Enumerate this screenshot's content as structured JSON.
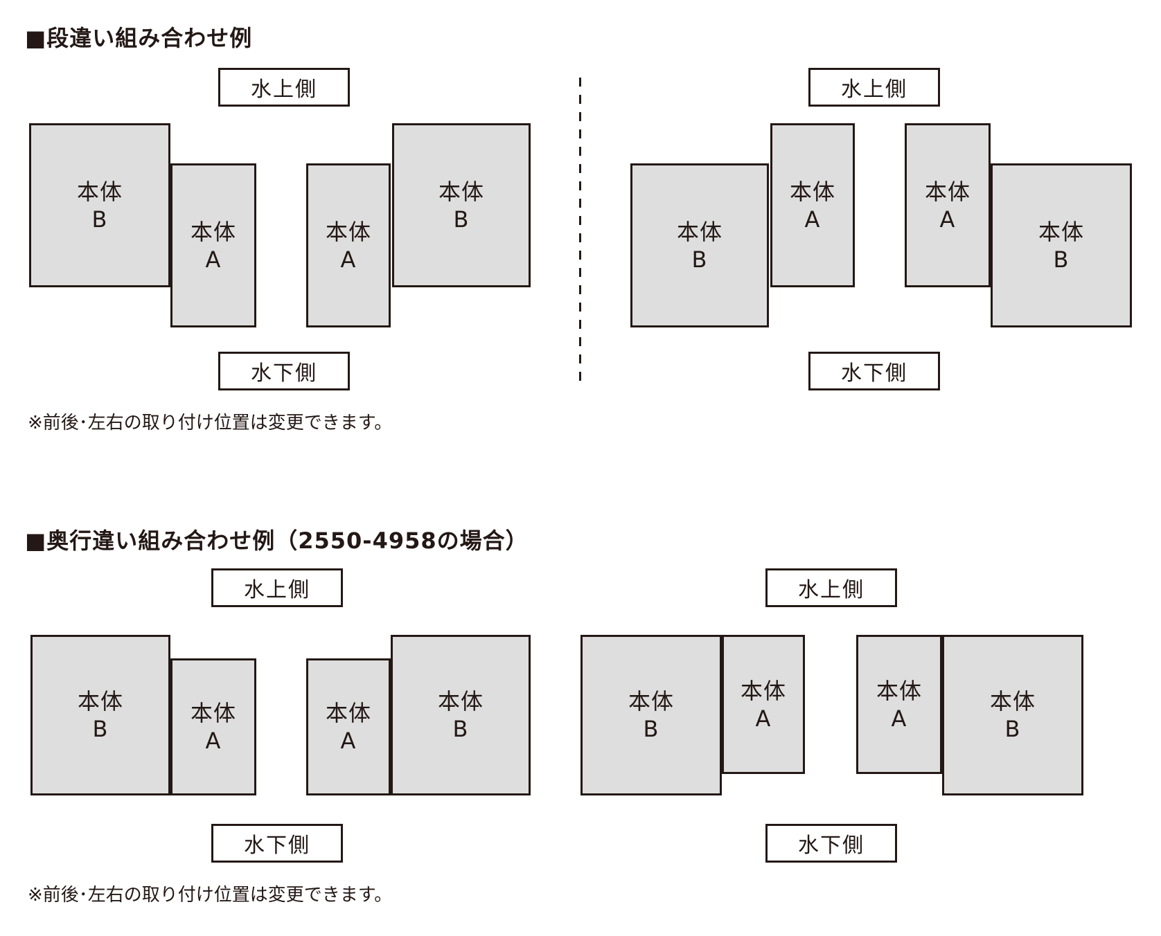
{
  "colors": {
    "fill": "#dedede",
    "line": "#231815",
    "text": "#231815",
    "background": "#ffffff"
  },
  "sections": [
    {
      "title": "■段違い組み合わせ例",
      "note": "※前後･左右の取り付け位置は変更できます。",
      "groups": [
        {
          "upstream_label": "水上側",
          "downstream_label": "水下側",
          "units": [
            {
              "name": "本体",
              "variant": "B"
            },
            {
              "name": "本体",
              "variant": "A"
            },
            {
              "name": "本体",
              "variant": "A"
            },
            {
              "name": "本体",
              "variant": "B"
            }
          ]
        },
        {
          "upstream_label": "水上側",
          "downstream_label": "水下側",
          "units": [
            {
              "name": "本体",
              "variant": "B"
            },
            {
              "name": "本体",
              "variant": "A"
            },
            {
              "name": "本体",
              "variant": "A"
            },
            {
              "name": "本体",
              "variant": "B"
            }
          ]
        }
      ]
    },
    {
      "title": "■奥行違い組み合わせ例（2550-4958の場合）",
      "note": "※前後･左右の取り付け位置は変更できます。",
      "groups": [
        {
          "upstream_label": "水上側",
          "downstream_label": "水下側",
          "units": [
            {
              "name": "本体",
              "variant": "B"
            },
            {
              "name": "本体",
              "variant": "A"
            },
            {
              "name": "本体",
              "variant": "A"
            },
            {
              "name": "本体",
              "variant": "B"
            }
          ]
        },
        {
          "upstream_label": "水上側",
          "downstream_label": "水下側",
          "units": [
            {
              "name": "本体",
              "variant": "B"
            },
            {
              "name": "本体",
              "variant": "A"
            },
            {
              "name": "本体",
              "variant": "A"
            },
            {
              "name": "本体",
              "variant": "B"
            }
          ]
        }
      ]
    }
  ]
}
